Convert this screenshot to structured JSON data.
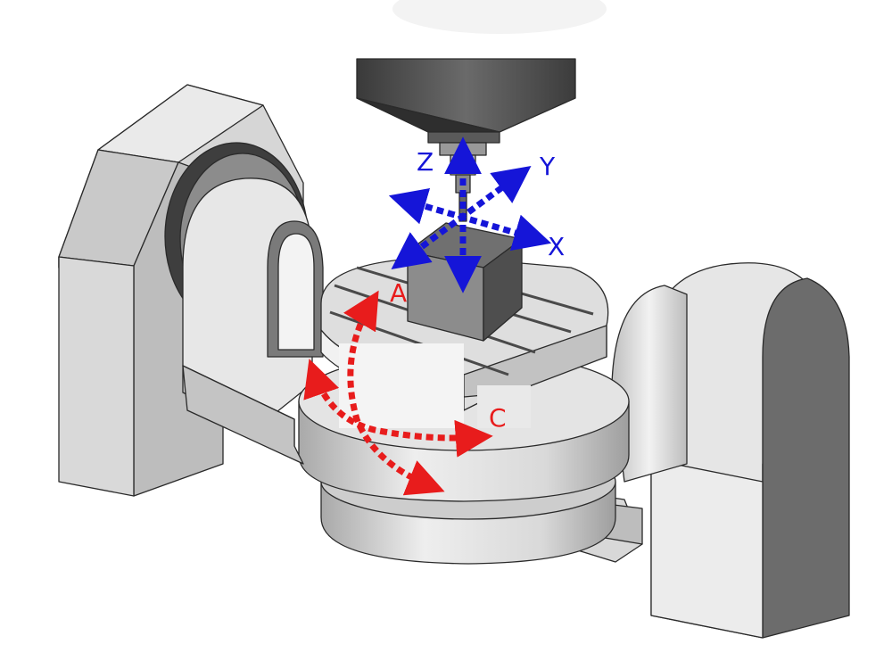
{
  "diagram": {
    "linear_axes": [
      {
        "id": "x",
        "label": "X"
      },
      {
        "id": "y",
        "label": "Y"
      },
      {
        "id": "z",
        "label": "Z"
      }
    ],
    "rotary_axes": [
      {
        "id": "a",
        "label": "A"
      },
      {
        "id": "c",
        "label": "C"
      }
    ],
    "colors": {
      "linear_axis": "#1515d8",
      "rotary_axis": "#e81c1c",
      "outline": "#2a2a2a",
      "spindle_head": "#555555",
      "workpiece_top": "#707070",
      "workpiece_side": "#4e4e4e",
      "light_face": "#e8e8e8",
      "mid_face": "#c8c8c8",
      "dark_face": "#6e6e6e"
    }
  }
}
